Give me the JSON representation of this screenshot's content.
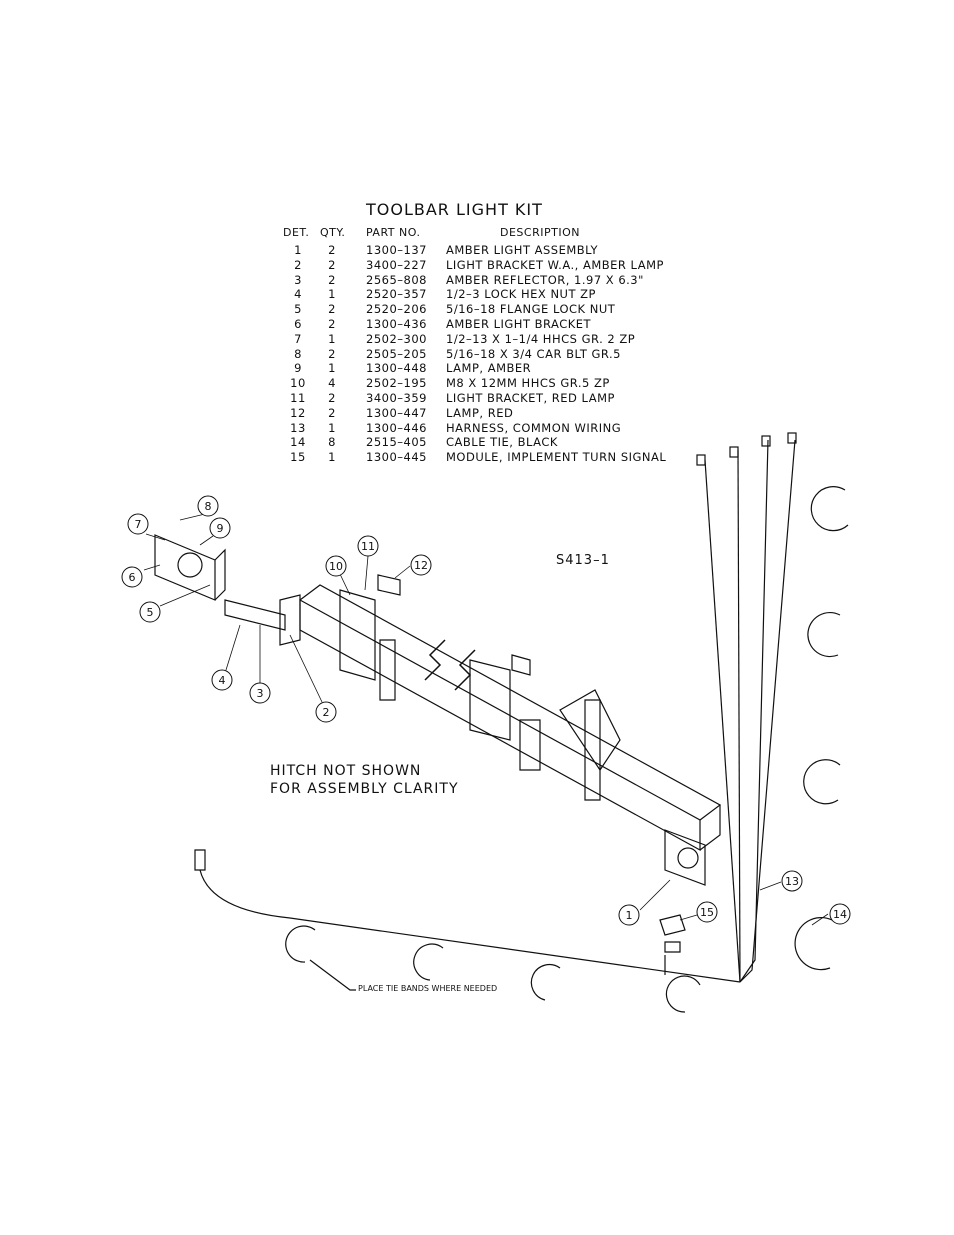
{
  "title": "TOOLBAR LIGHT KIT",
  "headers": {
    "det": "DET.",
    "qty": "QTY.",
    "part": "PART NO.",
    "desc": "DESCRIPTION"
  },
  "parts": [
    {
      "det": "1",
      "qty": "2",
      "part": "1300–137",
      "desc": "AMBER LIGHT ASSEMBLY"
    },
    {
      "det": "2",
      "qty": "2",
      "part": "3400–227",
      "desc": "LIGHT BRACKET W.A., AMBER LAMP"
    },
    {
      "det": "3",
      "qty": "2",
      "part": "2565–808",
      "desc": "AMBER REFLECTOR, 1.97 X 6.3\""
    },
    {
      "det": "4",
      "qty": "1",
      "part": "2520–357",
      "desc": "1/2–3 LOCK HEX NUT ZP"
    },
    {
      "det": "5",
      "qty": "2",
      "part": "2520–206",
      "desc": "5/16–18 FLANGE LOCK NUT"
    },
    {
      "det": "6",
      "qty": "2",
      "part": "1300–436",
      "desc": "AMBER LIGHT BRACKET"
    },
    {
      "det": "7",
      "qty": "1",
      "part": "2502–300",
      "desc": "1/2–13 X 1–1/4 HHCS GR. 2 ZP"
    },
    {
      "det": "8",
      "qty": "2",
      "part": "2505–205",
      "desc": "5/16–18 X 3/4 CAR BLT GR.5"
    },
    {
      "det": "9",
      "qty": "1",
      "part": "1300–448",
      "desc": "LAMP, AMBER"
    },
    {
      "det": "10",
      "qty": "4",
      "part": "2502–195",
      "desc": "M8 X 12MM HHCS GR.5 ZP"
    },
    {
      "det": "11",
      "qty": "2",
      "part": "3400–359",
      "desc": "LIGHT BRACKET, RED LAMP"
    },
    {
      "det": "12",
      "qty": "2",
      "part": "1300–447",
      "desc": "LAMP, RED"
    },
    {
      "det": "13",
      "qty": "1",
      "part": "1300–446",
      "desc": "HARNESS, COMMON WIRING"
    },
    {
      "det": "14",
      "qty": "8",
      "part": "2515–405",
      "desc": "CABLE TIE, BLACK"
    },
    {
      "det": "15",
      "qty": "1",
      "part": "1300–445",
      "desc": "MODULE, IMPLEMENT TURN SIGNAL"
    }
  ],
  "drawing_number": "S413–1",
  "note_line1": "HITCH NOT SHOWN",
  "note_line2": "FOR ASSEMBLY CLARITY",
  "tie_note": "PLACE TIE BANDS WHERE NEEDED",
  "callouts": [
    "1",
    "2",
    "3",
    "4",
    "5",
    "6",
    "7",
    "8",
    "9",
    "10",
    "11",
    "12",
    "13",
    "14",
    "15"
  ]
}
